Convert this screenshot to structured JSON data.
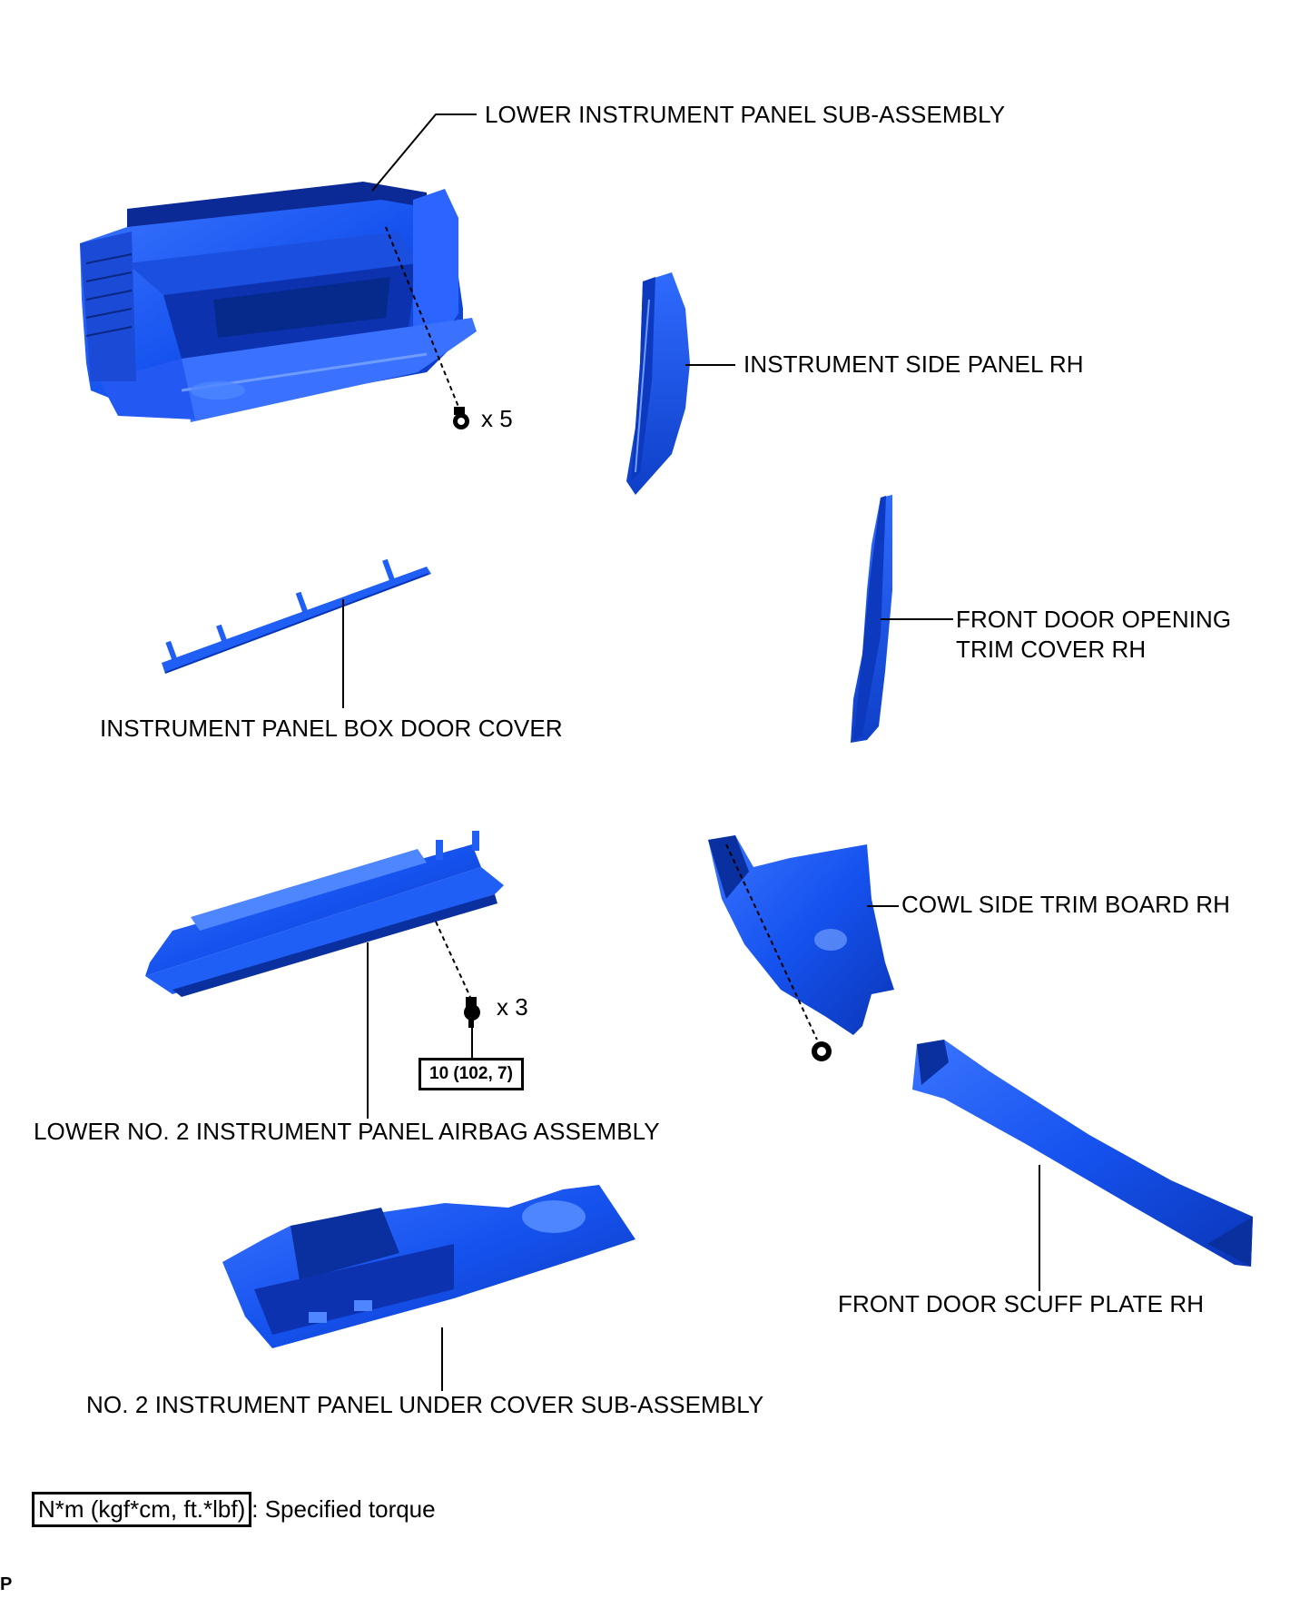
{
  "labels": {
    "lower_instrument_panel": "LOWER INSTRUMENT PANEL SUB-ASSEMBLY",
    "instrument_side_panel": "INSTRUMENT SIDE PANEL RH",
    "front_door_opening_line1": "FRONT DOOR OPENING",
    "front_door_opening_line2": "TRIM COVER RH",
    "box_door_cover": "INSTRUMENT PANEL BOX DOOR COVER",
    "cowl_side_trim": "COWL SIDE TRIM BOARD RH",
    "airbag_assembly": "LOWER NO. 2 INSTRUMENT PANEL AIRBAG ASSEMBLY",
    "scuff_plate": "FRONT DOOR SCUFF PLATE RH",
    "under_cover": "NO. 2 INSTRUMENT PANEL UNDER COVER SUB-ASSEMBLY"
  },
  "fasteners": {
    "screw_qty_1": "x 5",
    "screw_qty_2": "x 3",
    "torque_value": "10 (102, 7)"
  },
  "legend": {
    "unit": "N*m (kgf*cm, ft.*lbf)",
    "description": ": Specified torque"
  },
  "footer": {
    "mark": "P"
  },
  "colors": {
    "part_fill": "#1f5ff5",
    "part_dark": "#0a2f9e",
    "part_light": "#4d86ff",
    "line": "#000000"
  }
}
